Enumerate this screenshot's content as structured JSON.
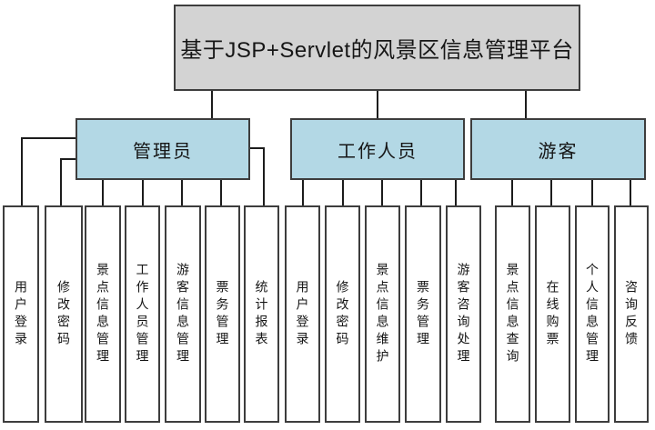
{
  "root": {
    "label": "基于JSP+Servlet的风景区信息管理平台"
  },
  "branches": [
    {
      "label": "管理员",
      "children": [
        "用户登录",
        "修改密码",
        "景点信息管理",
        "工作人员管理",
        "游客信息管理",
        "票务管理",
        "统计报表"
      ]
    },
    {
      "label": "工作人员",
      "children": [
        "用户登录",
        "修改密码",
        "景点信息维护",
        "票务管理",
        "游客咨询处理"
      ]
    },
    {
      "label": "游客",
      "children": [
        "景点信息查询",
        "在线购票",
        "个人信息管理",
        "咨询反馈"
      ]
    }
  ],
  "colors": {
    "root_fill": "#d3d3d3",
    "branch_fill": "#b3d8e5",
    "leaf_fill": "#ffffff",
    "border": "#3d3d3d",
    "line": "#1c1c1c"
  }
}
